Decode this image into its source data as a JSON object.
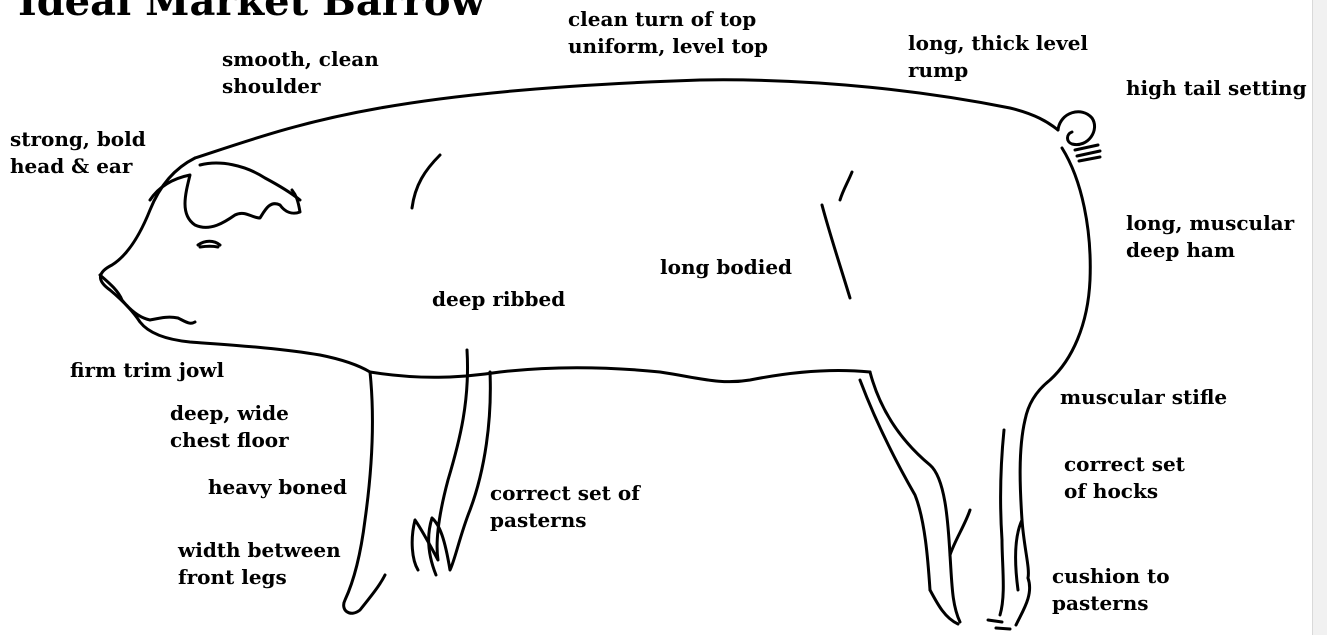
{
  "title": "Ideal Market Barrow",
  "labels": {
    "top": [
      "clean turn of top",
      "uniform, level top"
    ],
    "shoulder": [
      "smooth, clean",
      "shoulder"
    ],
    "rump": [
      "long, thick level",
      "rump"
    ],
    "tail": [
      "high tail setting"
    ],
    "head": [
      "strong, bold",
      "head & ear"
    ],
    "ham": [
      "long, muscular",
      "deep ham"
    ],
    "long_bodied": [
      "long bodied"
    ],
    "ribbed": [
      "deep ribbed"
    ],
    "jowl": [
      "firm trim jowl"
    ],
    "chest": [
      "deep, wide",
      "chest floor"
    ],
    "stifle": [
      "muscular stifle"
    ],
    "hocks": [
      "correct set",
      "of hocks"
    ],
    "heavy_boned": [
      "heavy boned"
    ],
    "front_pasterns": [
      "correct set of",
      "pasterns"
    ],
    "width_legs": [
      "width between",
      "front legs"
    ],
    "rear_pasterns": [
      "cushion to",
      "pasterns"
    ]
  }
}
